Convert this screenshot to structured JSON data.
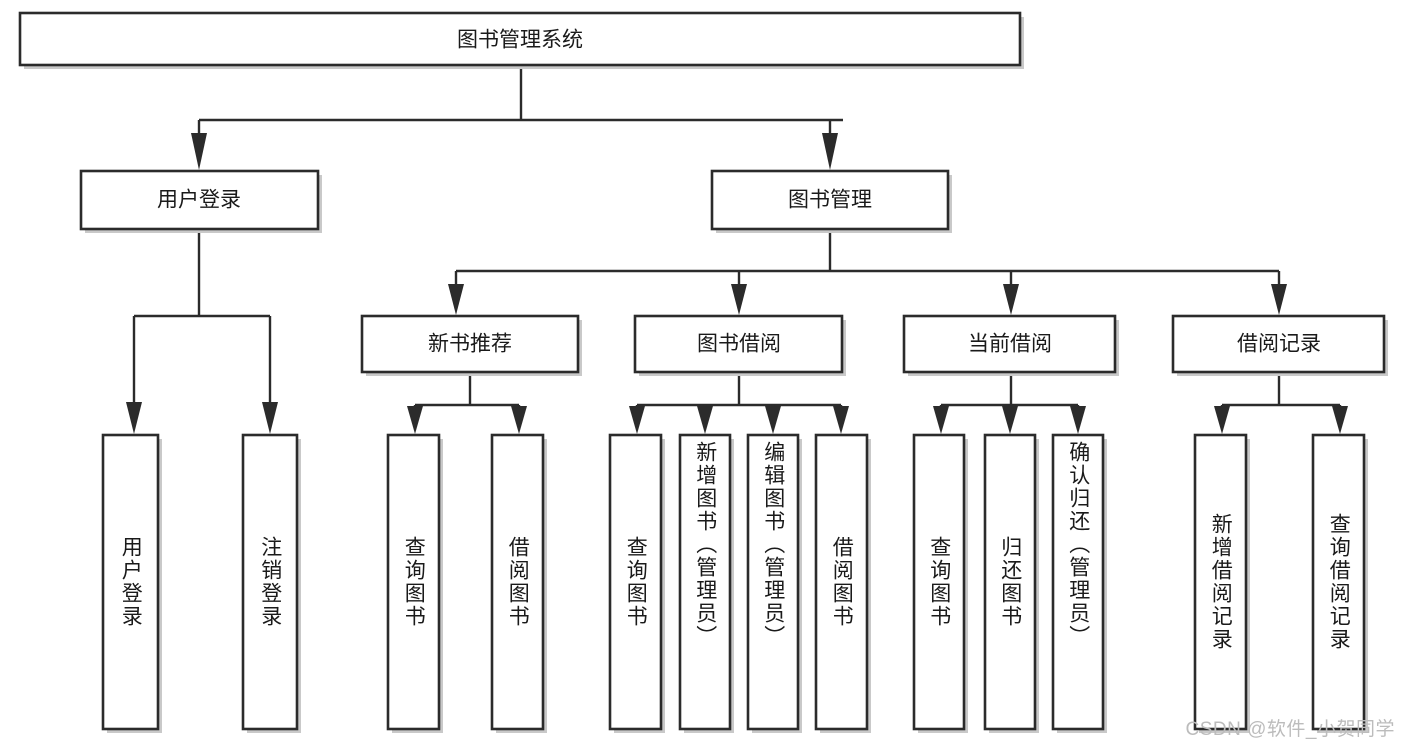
{
  "diagram": {
    "type": "hierarchy-tree",
    "title": "图书管理系统",
    "root": {
      "id": "root",
      "label": "图书管理系统"
    },
    "level2": [
      {
        "id": "user-login",
        "label": "用户登录"
      },
      {
        "id": "book-management",
        "label": "图书管理"
      }
    ],
    "level3": [
      {
        "id": "new-book-recommend",
        "label": "新书推荐",
        "parent": "book-management"
      },
      {
        "id": "book-borrow",
        "label": "图书借阅",
        "parent": "book-management"
      },
      {
        "id": "current-borrow",
        "label": "当前借阅",
        "parent": "book-management"
      },
      {
        "id": "borrow-record",
        "label": "借阅记录",
        "parent": "book-management"
      }
    ],
    "leaves": [
      {
        "id": "leaf-user-login",
        "label": "用户登录",
        "parent": "user-login",
        "align": "center"
      },
      {
        "id": "leaf-user-logout",
        "label": "注销登录",
        "parent": "user-login",
        "align": "center"
      },
      {
        "id": "leaf-query-book-1",
        "label": "查询图书",
        "parent": "new-book-recommend",
        "align": "center"
      },
      {
        "id": "leaf-borrow-book-1",
        "label": "借阅图书",
        "parent": "new-book-recommend",
        "align": "center"
      },
      {
        "id": "leaf-query-book-2",
        "label": "查询图书",
        "parent": "book-borrow",
        "align": "center"
      },
      {
        "id": "leaf-add-book",
        "label": "新增图书（管理员）",
        "parent": "book-borrow",
        "align": "top"
      },
      {
        "id": "leaf-edit-book",
        "label": "编辑图书（管理员）",
        "parent": "book-borrow",
        "align": "top"
      },
      {
        "id": "leaf-borrow-book-2",
        "label": "借阅图书",
        "parent": "book-borrow",
        "align": "center"
      },
      {
        "id": "leaf-query-book-3",
        "label": "查询图书",
        "parent": "current-borrow",
        "align": "center"
      },
      {
        "id": "leaf-return-book",
        "label": "归还图书",
        "parent": "current-borrow",
        "align": "center"
      },
      {
        "id": "leaf-confirm-return",
        "label": "确认归还（管理员）",
        "parent": "current-borrow",
        "align": "top"
      },
      {
        "id": "leaf-add-record",
        "label": "新增借阅记录",
        "parent": "borrow-record",
        "align": "center"
      },
      {
        "id": "leaf-query-record",
        "label": "查询借阅记录",
        "parent": "borrow-record",
        "align": "center"
      }
    ],
    "colors": {
      "box_stroke": "#2b2b2b",
      "box_fill": "#ffffff",
      "connector": "#2b2b2b",
      "text": "#1a1a1a",
      "watermark": "#bcbcbc",
      "background": "#ffffff"
    }
  },
  "watermark": {
    "text": "CSDN @软件_小贺同学"
  }
}
